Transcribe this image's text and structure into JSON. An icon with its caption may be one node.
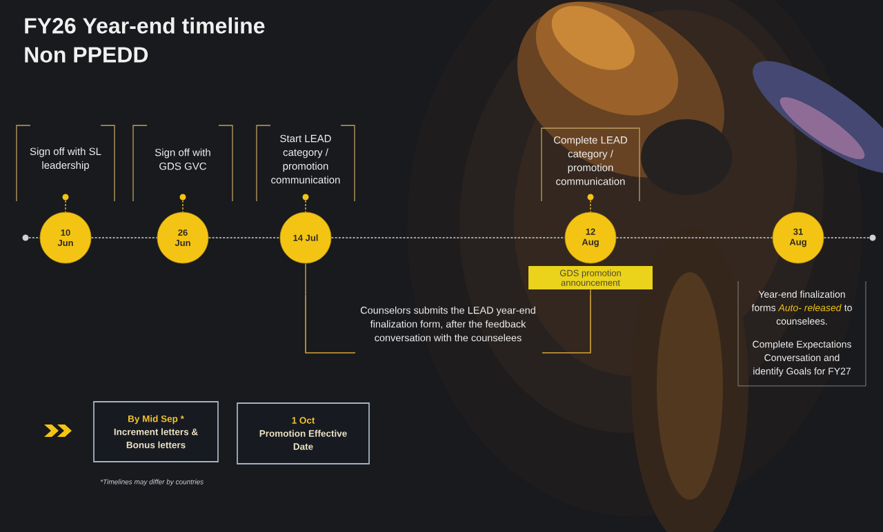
{
  "diagram": {
    "title": "FY26 Year-end timeline Non PPEDD",
    "nodes": [
      {
        "text": [
          "Sign off with SL leadership"
        ]
      },
      {
        "text": [
          "Sign off with GDS GVC"
        ]
      },
      {
        "text": [
          "Start LEAD category / promotion communication"
        ]
      },
      {
        "text": [
          "Complete LEAD category / promotion communication"
        ]
      },
      {
        "text": [],
        "shape": "circle"
      },
      {
        "text": [
          "10 Jun"
        ]
      },
      {
        "text": [
          "26 Jun"
        ]
      },
      {
        "text": [
          "14 Jul"
        ]
      },
      {
        "text": [
          "12 Aug"
        ]
      },
      {
        "text": [
          "31 Aug"
        ]
      },
      {
        "text": [],
        "shape": "circle"
      },
      {
        "text": [
          "GDS promotion announcement"
        ]
      },
      {
        "text": [
          "Counselors submits the LEAD year-end finalization form, after the feedback conversation with the counselees"
        ]
      },
      {
        "text": [
          "Year-end finalization forms *Auto- released* to counselees.",
          "Complete Expectations Conversation and identify Goals for FY27"
        ]
      },
      {
        "text": [
          "By Mid Sep *",
          "Increment letters & Bonus letters"
        ]
      },
      {
        "text": [
          "1 Oct",
          "Promotion Effective Date"
        ]
      },
      {
        "text": [],
        "shape": "circle",
        "in": 0
      },
      {
        "text": [],
        "shape": "circle",
        "in": 1
      },
      {
        "text": [],
        "shape": "circle",
        "in": 2
      },
      {
        "text": [],
        "shape": "circle",
        "in": 3
      }
    ],
    "edges": [
      {
        "from": 4,
        "to": 5,
        "arrow": "none",
        "style": "dashed"
      },
      {
        "from": 5,
        "to": 6,
        "arrow": "none",
        "style": "dashed"
      },
      {
        "from": 6,
        "to": 7,
        "arrow": "none",
        "style": "dashed"
      },
      {
        "from": 7,
        "to": 8,
        "arrow": "none",
        "style": "dashed"
      },
      {
        "from": 8,
        "to": 9,
        "arrow": "none",
        "style": "dashed"
      },
      {
        "from": 9,
        "to": 10,
        "arrow": "none",
        "style": "dashed"
      },
      {
        "from": 16,
        "to": 5,
        "arrow": "none",
        "style": "dashed",
        "color": "#f0c02a"
      },
      {
        "from": 17,
        "to": 6,
        "arrow": "none",
        "style": "dashed",
        "color": "#f0c02a"
      },
      {
        "from": 18,
        "to": 7,
        "arrow": "none",
        "style": "dashed",
        "color": "#f0c02a"
      },
      {
        "from": 19,
        "to": 8,
        "arrow": "none",
        "style": "dashed",
        "color": "#f0c02a"
      },
      {
        "from": 7,
        "to": 12,
        "arrow": "none",
        "color": "#dba63e"
      },
      {
        "from": 11,
        "to": 12,
        "arrow": "none",
        "color": "#dba63e"
      }
    ],
    "labels": [
      "*Timelines may differ by countries"
    ]
  }
}
